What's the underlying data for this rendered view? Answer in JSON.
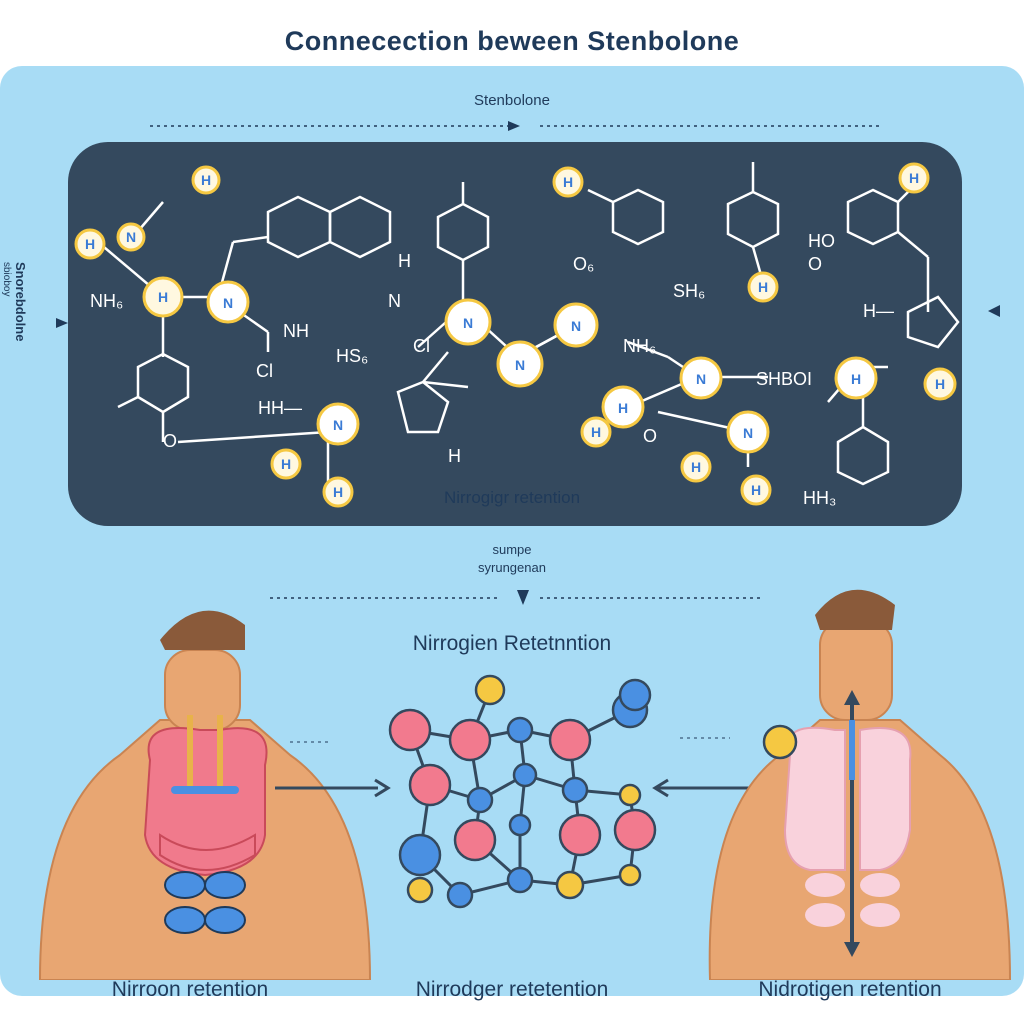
{
  "title": "Connecection beween Stenbolone",
  "top_label": "Stenbolone",
  "side_label": "Snorebdolne",
  "side_sublabel": "sbioboy",
  "inner_caption": "Nirrogigr retention",
  "mid_top": "sumpe",
  "mid_bottom": "syrungenan",
  "center_title": "Nirrogien Retetnntion",
  "captions": {
    "left": "Nirroon retention",
    "center": "Nirrodger retetention",
    "right": "Nidrotigen retention"
  },
  "molecule_labels": {
    "nh_left": "NH₆",
    "nh_mid": "NH",
    "hs_mid": "HS₆",
    "cl_mid": "Cl",
    "cl_low": "Cl",
    "hh": "HH—",
    "h_o": "H",
    "n_top": "N",
    "o_low": "O",
    "ho_top": "O₆",
    "sh_label": "SH₆",
    "ho_right": "HO",
    "o_right": "O",
    "nh_right": "NH₆",
    "shbor": "SHBOI",
    "h_right": "H—",
    "nh3": "HH₃",
    "o_center": "O",
    "ho_low": "H"
  },
  "colors": {
    "panel_bg": "#a8dcf5",
    "dark_panel": "#34495e",
    "skin": "#e8a672",
    "lung_pink": "#f07a8c",
    "node_pink": "#f27a8e",
    "node_blue": "#4a90e2",
    "node_yellow": "#f5c842",
    "text": "#1f3a5a"
  }
}
